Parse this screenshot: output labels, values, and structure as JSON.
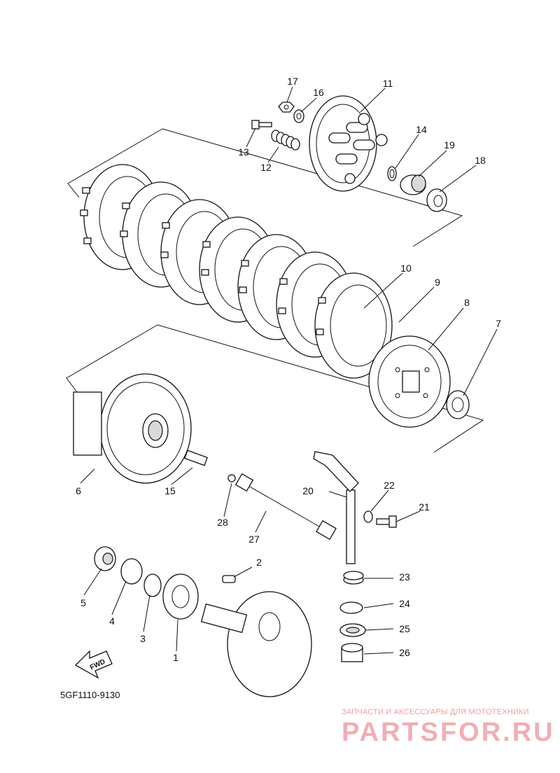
{
  "diagram": {
    "callouts": [
      {
        "id": "17",
        "label": "17"
      },
      {
        "id": "16",
        "label": "16"
      },
      {
        "id": "11",
        "label": "11"
      },
      {
        "id": "13",
        "label": "13"
      },
      {
        "id": "12",
        "label": "12"
      },
      {
        "id": "14",
        "label": "14"
      },
      {
        "id": "19",
        "label": "19"
      },
      {
        "id": "18",
        "label": "18"
      },
      {
        "id": "10",
        "label": "10"
      },
      {
        "id": "9",
        "label": "9"
      },
      {
        "id": "8",
        "label": "8"
      },
      {
        "id": "7",
        "label": "7"
      },
      {
        "id": "6",
        "label": "6"
      },
      {
        "id": "15",
        "label": "15"
      },
      {
        "id": "20",
        "label": "20"
      },
      {
        "id": "22",
        "label": "22"
      },
      {
        "id": "21",
        "label": "21"
      },
      {
        "id": "28",
        "label": "28"
      },
      {
        "id": "27",
        "label": "27"
      },
      {
        "id": "2",
        "label": "2"
      },
      {
        "id": "23",
        "label": "23"
      },
      {
        "id": "5",
        "label": "5"
      },
      {
        "id": "4",
        "label": "4"
      },
      {
        "id": "3",
        "label": "3"
      },
      {
        "id": "1",
        "label": "1"
      },
      {
        "id": "24",
        "label": "24"
      },
      {
        "id": "25",
        "label": "25"
      },
      {
        "id": "26",
        "label": "26"
      }
    ],
    "fwd_label": "FWD",
    "drawing_code": "5GF1110-9130"
  },
  "watermark": {
    "tagline": "ЗАПЧАСТИ И АКСЕССУАРЫ ДЛЯ МОТОТЕХНИКИ",
    "brand": "PARTSFOR.RU",
    "color": "#f2aeb3"
  }
}
